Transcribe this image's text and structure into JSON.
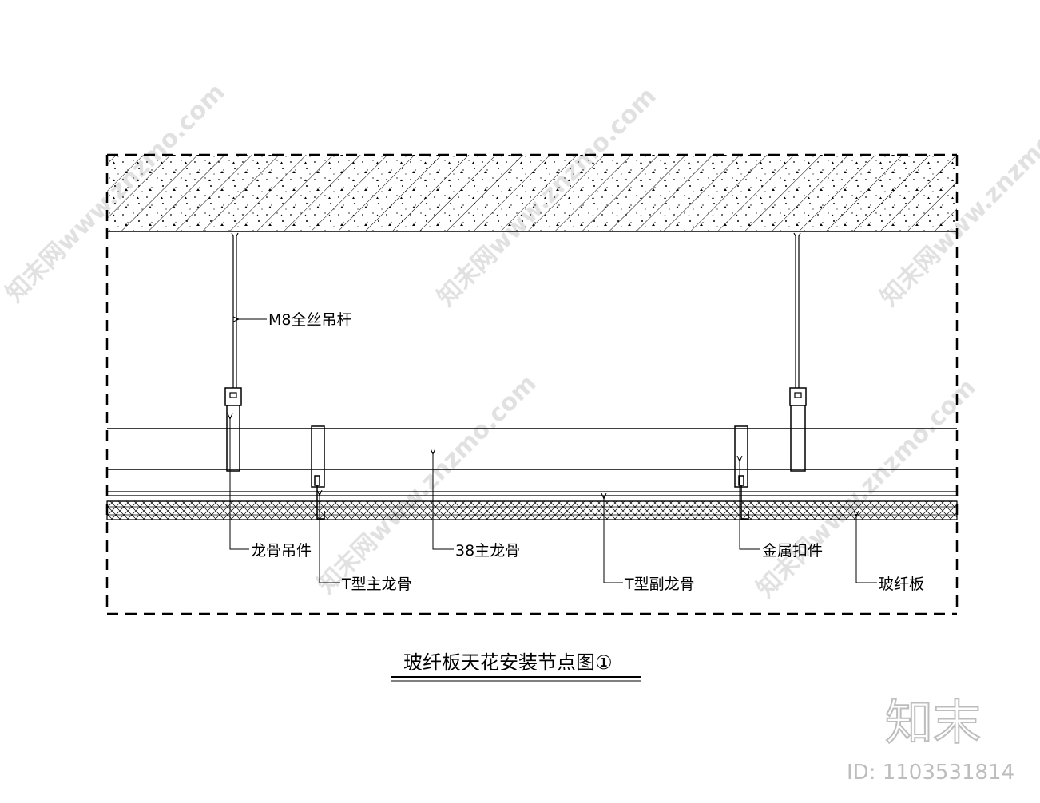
{
  "drawing": {
    "title": "玻纤板天花安装节点图①",
    "labels": {
      "rod": "M8全丝吊杆",
      "hanger": "龙骨吊件",
      "t_main": "T型主龙骨",
      "main38": "38主龙骨",
      "t_sub": "T型副龙骨",
      "clip": "金属扣件",
      "board": "玻纤板"
    }
  },
  "watermark": {
    "text": "知末网www.znzmo.com",
    "logo": "知末",
    "id": "ID: 1103531814"
  }
}
